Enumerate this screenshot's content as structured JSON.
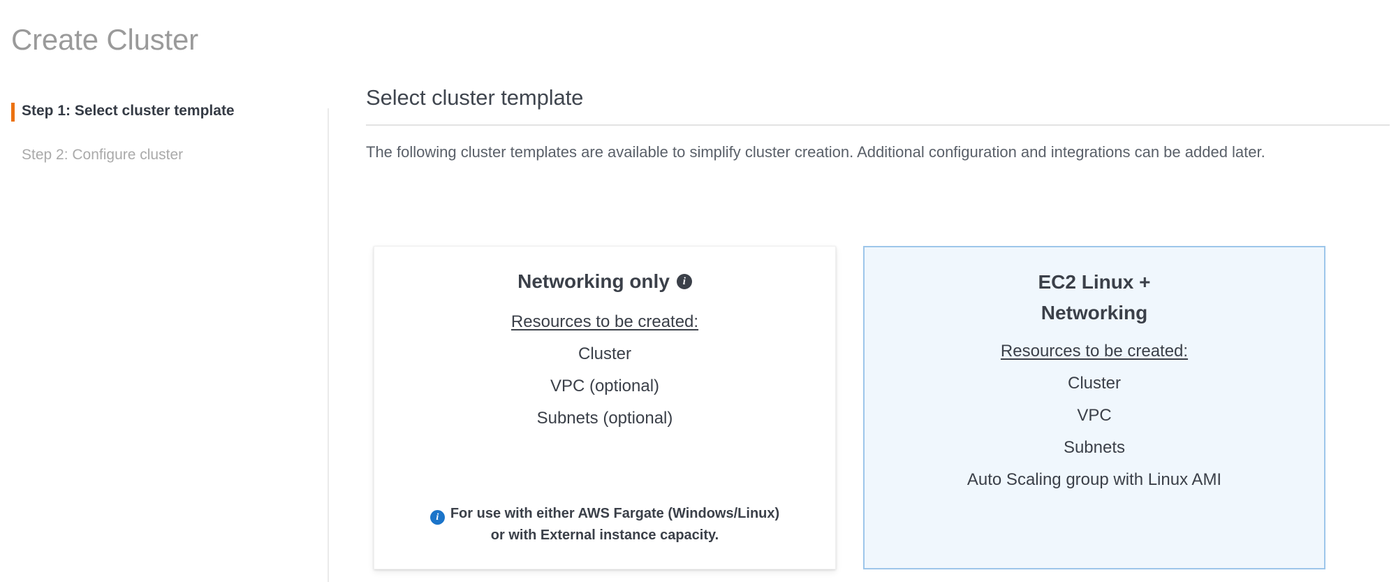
{
  "page": {
    "title": "Create Cluster"
  },
  "sidebar": {
    "steps": [
      {
        "label": "Step 1: Select cluster template",
        "active": true
      },
      {
        "label": "Step 2: Configure cluster",
        "active": false
      }
    ]
  },
  "main": {
    "heading": "Select cluster template",
    "description": "The following cluster templates are available to simplify cluster creation. Additional configuration and integrations can be added later."
  },
  "cards": [
    {
      "title": "Networking only",
      "title_info_icon": "info-icon",
      "resources_label": "Resources to be created:",
      "resources": [
        "Cluster",
        "VPC (optional)",
        "Subnets (optional)"
      ],
      "note_icon": "info-icon",
      "note_lines": [
        "For use with either AWS Fargate (Windows/Linux)",
        "or with External instance capacity."
      ],
      "selected": false
    },
    {
      "title_line_1": "EC2 Linux +",
      "title_line_2": "Networking",
      "resources_label": "Resources to be created:",
      "resources": [
        "Cluster",
        "VPC",
        "Subnets",
        "Auto Scaling group with Linux AMI"
      ],
      "selected": true
    }
  ],
  "colors": {
    "accent_orange": "#ec7211",
    "selected_card_bg": "#f0f7fd",
    "selected_card_border": "#9dc6ea",
    "info_blue": "#1b74c9",
    "title_gray": "#9a9a9a",
    "text_dark": "#3b4049",
    "muted_text": "#aaaaaa"
  },
  "glyphs": {
    "info": "i"
  }
}
